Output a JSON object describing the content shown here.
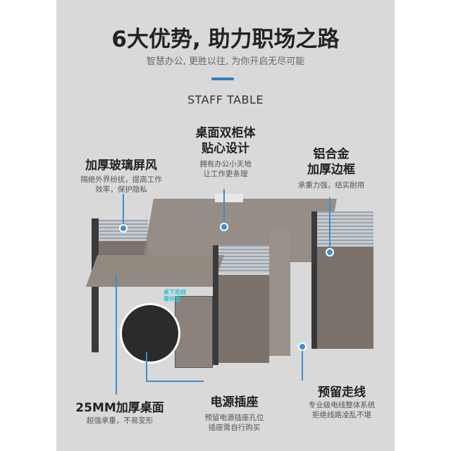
{
  "header": {
    "title": "6大优势, 助力职场之路",
    "subtitle": "智慧办公, 更胜以往, 为你开启无尽可能",
    "label": "STAFF TABLE"
  },
  "features": [
    {
      "title": "加厚玻璃屏风",
      "desc": [
        "隔绝外界纷扰，提高工作",
        "效率，保护隐私"
      ]
    },
    {
      "title": [
        "桌面双柜体",
        "贴心设计"
      ],
      "desc": [
        "拥有办公小天地",
        "让工作更条理"
      ]
    },
    {
      "title": [
        "铝合金",
        "加厚边框"
      ],
      "desc": [
        "承重力强，结实耐用"
      ]
    },
    {
      "title": "25MM加厚桌面",
      "desc": [
        "超强承重，不易变形"
      ]
    },
    {
      "title": "电源插座",
      "desc": [
        "预留电源插座孔位",
        "插座需自行购买"
      ]
    },
    {
      "title": "预留走线",
      "desc": [
        "专业级电线整体系统",
        "拒绝线路凌乱不堪"
      ]
    }
  ],
  "callout": [
    "桌下走线",
    "零外露"
  ],
  "colors": {
    "accent": "#2f7fc1",
    "background": "#d9d9d9",
    "callout": "#29c2d6"
  }
}
